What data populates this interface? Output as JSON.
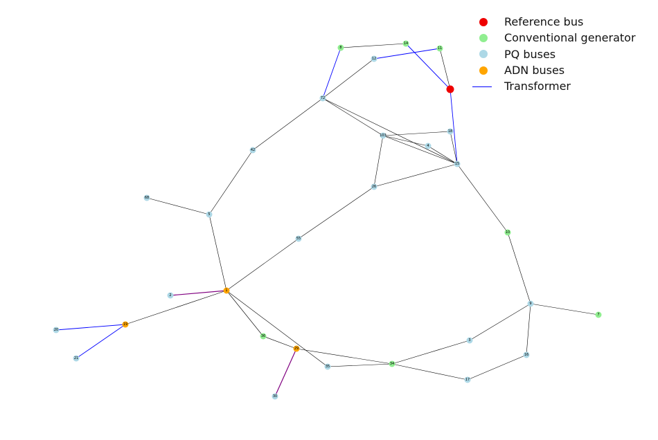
{
  "colors": {
    "reference": "#ee0000",
    "generator": "#90ee90",
    "pq": "#add8e6",
    "adn": "#ffa500",
    "line": "#000000",
    "transformer": "#0000ff",
    "adn_line": "#800080"
  },
  "legend": [
    {
      "kind": "reference",
      "label": "Reference bus"
    },
    {
      "kind": "generator",
      "label": "Conventional generator"
    },
    {
      "kind": "pq",
      "label": "PQ buses"
    },
    {
      "kind": "adn",
      "label": "ADN buses"
    },
    {
      "kind": "transformer",
      "label": "Transformer"
    }
  ],
  "nodes": [
    {
      "id": "8",
      "kind": "generator"
    },
    {
      "id": "14",
      "kind": "generator"
    },
    {
      "id": "11",
      "kind": "generator"
    },
    {
      "id": "12",
      "kind": "pq"
    },
    {
      "id": "ref",
      "label": "",
      "kind": "reference"
    },
    {
      "id": "72",
      "kind": "pq"
    },
    {
      "id": "103",
      "kind": "pq"
    },
    {
      "id": "18",
      "kind": "pq"
    },
    {
      "id": "4",
      "kind": "pq"
    },
    {
      "id": "15",
      "kind": "pq"
    },
    {
      "id": "42",
      "kind": "pq"
    },
    {
      "id": "26",
      "kind": "pq"
    },
    {
      "id": "68",
      "kind": "pq"
    },
    {
      "id": "5",
      "kind": "pq"
    },
    {
      "id": "55",
      "kind": "pq"
    },
    {
      "id": "10",
      "kind": "generator"
    },
    {
      "id": "2",
      "kind": "pq"
    },
    {
      "id": "1",
      "kind": "adn"
    },
    {
      "id": "9",
      "kind": "pq"
    },
    {
      "id": "7",
      "kind": "generator"
    },
    {
      "id": "20",
      "kind": "pq"
    },
    {
      "id": "19",
      "kind": "adn"
    },
    {
      "id": "36",
      "kind": "generator"
    },
    {
      "id": "29",
      "kind": "adn"
    },
    {
      "id": "3",
      "kind": "pq"
    },
    {
      "id": "21",
      "kind": "pq"
    },
    {
      "id": "35",
      "kind": "pq"
    },
    {
      "id": "34",
      "kind": "generator"
    },
    {
      "id": "16",
      "kind": "pq"
    },
    {
      "id": "17",
      "kind": "pq"
    },
    {
      "id": "30",
      "kind": "pq"
    }
  ],
  "edges": [
    {
      "from": "8",
      "to": "14",
      "type": "line"
    },
    {
      "from": "8",
      "to": "72",
      "type": "transformer"
    },
    {
      "from": "14",
      "to": "ref",
      "type": "transformer"
    },
    {
      "from": "12",
      "to": "11",
      "type": "transformer"
    },
    {
      "from": "11",
      "to": "ref",
      "type": "line"
    },
    {
      "from": "12",
      "to": "72",
      "type": "line"
    },
    {
      "from": "ref",
      "to": "15",
      "type": "transformer"
    },
    {
      "from": "72",
      "to": "103",
      "type": "line"
    },
    {
      "from": "72",
      "to": "15",
      "type": "line"
    },
    {
      "from": "72",
      "to": "42",
      "type": "line"
    },
    {
      "from": "103",
      "to": "18",
      "type": "line"
    },
    {
      "from": "103",
      "to": "4",
      "type": "line"
    },
    {
      "from": "103",
      "to": "15",
      "type": "line"
    },
    {
      "from": "103",
      "to": "26",
      "type": "line"
    },
    {
      "from": "4",
      "to": "15",
      "type": "line"
    },
    {
      "from": "18",
      "to": "15",
      "type": "line"
    },
    {
      "from": "26",
      "to": "15",
      "type": "line"
    },
    {
      "from": "26",
      "to": "55",
      "type": "line"
    },
    {
      "from": "15",
      "to": "10",
      "type": "line"
    },
    {
      "from": "10",
      "to": "9",
      "type": "line"
    },
    {
      "from": "42",
      "to": "5",
      "type": "line"
    },
    {
      "from": "68",
      "to": "5",
      "type": "line"
    },
    {
      "from": "5",
      "to": "1",
      "type": "line"
    },
    {
      "from": "55",
      "to": "1",
      "type": "line"
    },
    {
      "from": "2",
      "to": "1",
      "type": "adn"
    },
    {
      "from": "1",
      "to": "19",
      "type": "line"
    },
    {
      "from": "1",
      "to": "36",
      "type": "line"
    },
    {
      "from": "1",
      "to": "35",
      "type": "line"
    },
    {
      "from": "20",
      "to": "19",
      "type": "transformer"
    },
    {
      "from": "19",
      "to": "21",
      "type": "transformer"
    },
    {
      "from": "36",
      "to": "29",
      "type": "line"
    },
    {
      "from": "29",
      "to": "34",
      "type": "line"
    },
    {
      "from": "29",
      "to": "30",
      "type": "adn"
    },
    {
      "from": "35",
      "to": "34",
      "type": "line"
    },
    {
      "from": "34",
      "to": "3",
      "type": "line"
    },
    {
      "from": "34",
      "to": "17",
      "type": "line"
    },
    {
      "from": "3",
      "to": "9",
      "type": "line"
    },
    {
      "from": "9",
      "to": "7",
      "type": "line"
    },
    {
      "from": "9",
      "to": "16",
      "type": "line"
    },
    {
      "from": "16",
      "to": "17",
      "type": "line"
    }
  ]
}
